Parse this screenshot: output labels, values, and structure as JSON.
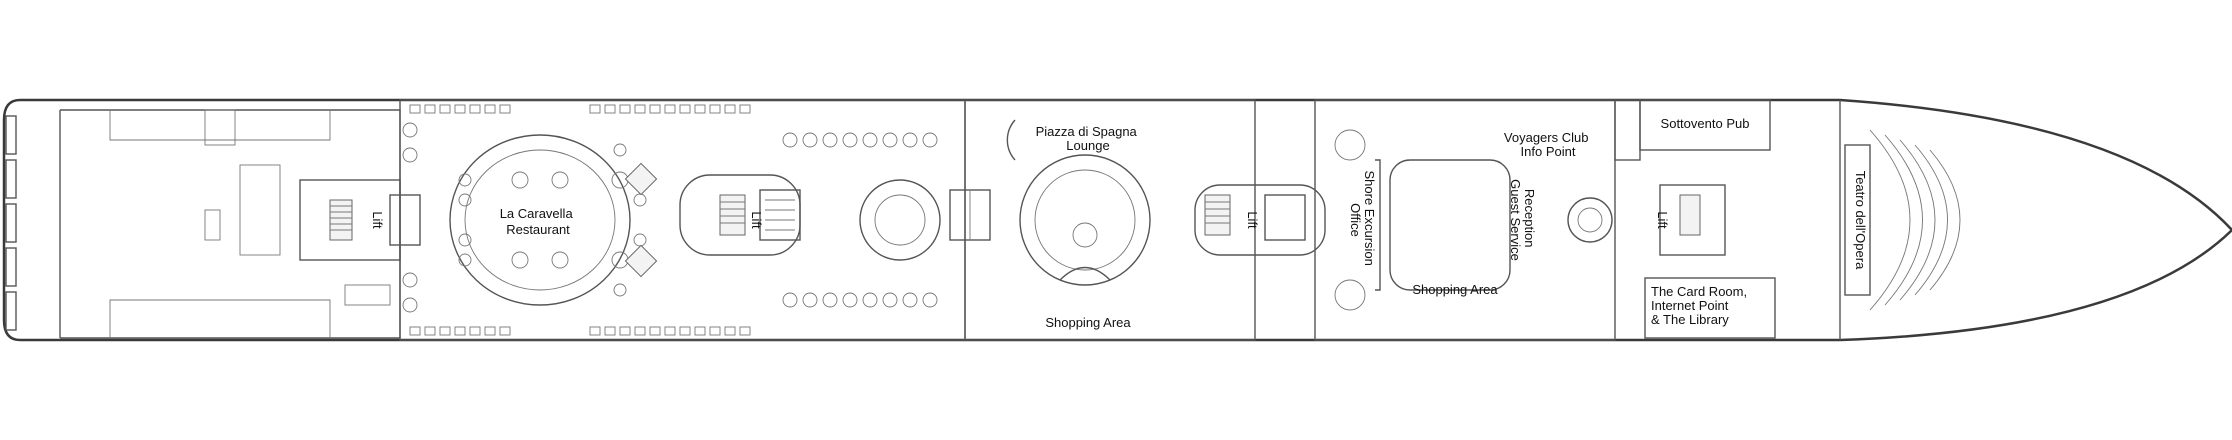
{
  "deck_plan": {
    "labels": {
      "lift": "Lift",
      "la_caravella": [
        "La Caravella",
        "Restaurant"
      ],
      "piazza_di_spagna": [
        "Piazza di Spagna",
        "Lounge"
      ],
      "shopping_area": "Shopping Area",
      "shore_excursion": [
        "Shore Excursion",
        "Office"
      ],
      "reception": [
        "Reception",
        "Guest Service"
      ],
      "voyagers_club": [
        "Voyagers Club",
        "Info Point"
      ],
      "sottovento_pub": "Sottovento Pub",
      "card_room": [
        "The Card Room,",
        "Internet Point",
        "& The Library"
      ],
      "teatro": "Teatro dell'Opera"
    }
  }
}
